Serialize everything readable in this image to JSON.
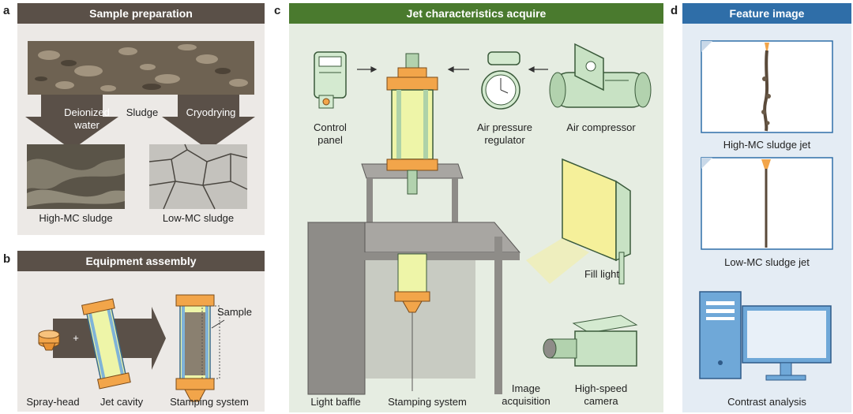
{
  "panel_a": {
    "letter": "a",
    "title": "Sample preparation",
    "left_arrow": "Deionized water",
    "center": "Sludge",
    "right_arrow": "Cryodrying",
    "left_result": "High-MC sludge",
    "right_result": "Low-MC sludge"
  },
  "panel_b": {
    "letter": "b",
    "title": "Equipment assembly",
    "plus": "+",
    "sample": "Sample",
    "parts": [
      "Spray-head",
      "Jet cavity",
      "Stamping system"
    ]
  },
  "panel_c": {
    "letter": "c",
    "title": "Jet characteristics acquire",
    "control_panel": "Control panel",
    "air_pressure_regulator": "Air pressure regulator",
    "air_compressor": "Air compressor",
    "fill_light": "Fill light",
    "light_baffle": "Light baffle",
    "stamping_system": "Stamping system",
    "image_acquisition": "Image acquisition",
    "high_speed_camera": "High-speed camera"
  },
  "panel_d": {
    "letter": "d",
    "title": "Feature image",
    "jet_high": "High-MC sludge jet",
    "jet_low": "Low-MC sludge jet",
    "contrast": "Contrast analysis"
  },
  "colors": {
    "panel_a_header": "#5a5048",
    "panel_c_header": "#4a7a2e",
    "panel_d_header": "#2f6ea8",
    "panel_a_bg": "#ece9e6",
    "panel_c_bg": "#e6ede2",
    "panel_d_bg": "#e4ecf4",
    "cavity_orange": "#f2a54a",
    "cavity_yellow": "#f0f0a0"
  }
}
